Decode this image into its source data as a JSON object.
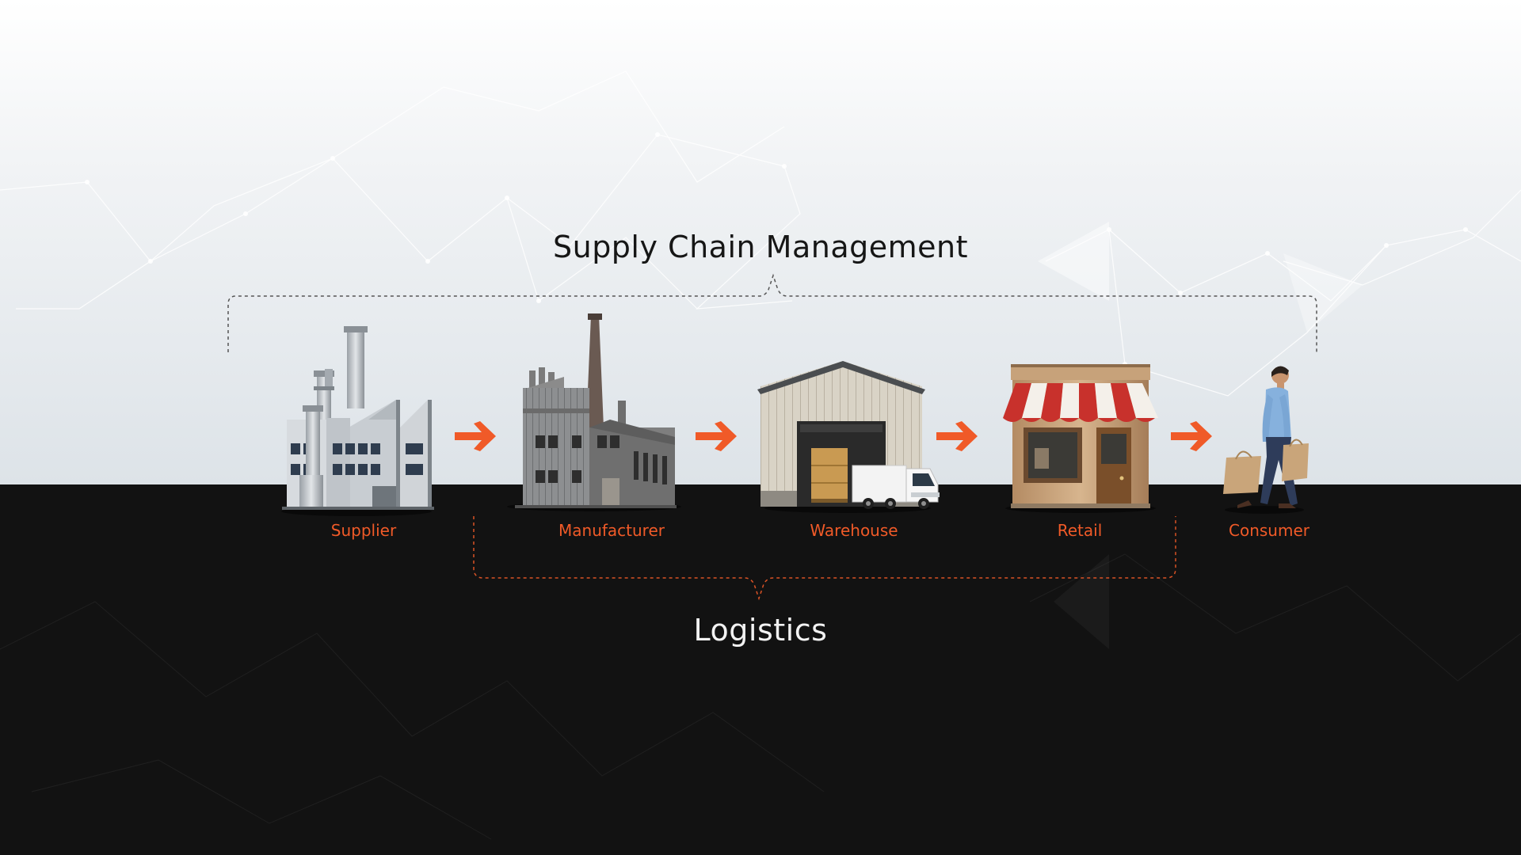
{
  "diagram": {
    "title": "Supply Chain Management",
    "logistics_title": "Logistics",
    "stages": [
      {
        "id": "supplier",
        "label": "Supplier"
      },
      {
        "id": "manufacturer",
        "label": "Manufacturer"
      },
      {
        "id": "warehouse",
        "label": "Warehouse"
      },
      {
        "id": "retail",
        "label": "Retail"
      },
      {
        "id": "consumer",
        "label": "Consumer"
      }
    ],
    "colors": {
      "accent": "#f05a28",
      "dark_band": "#121212",
      "light_top": "#ffffff",
      "light_bottom": "#e1e6ea"
    },
    "icons": [
      "factory-icon",
      "mill-building-icon",
      "warehouse-truck-icon",
      "storefront-icon",
      "shopper-icon",
      "arrow-right-icon"
    ]
  }
}
